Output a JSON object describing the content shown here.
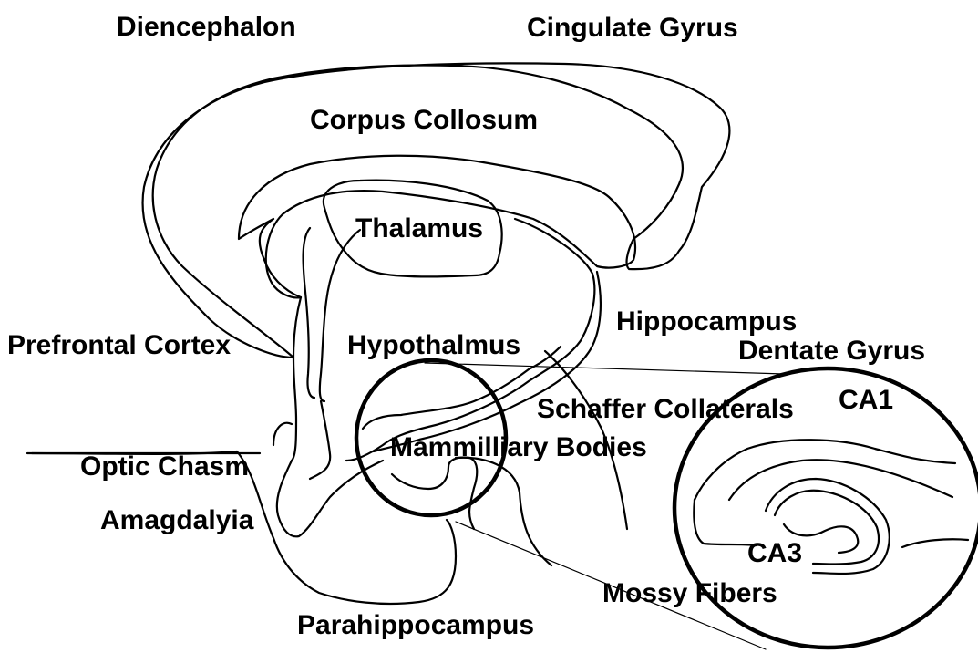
{
  "diagram": {
    "line_color": "#000000",
    "background": "#ffffff",
    "labels": {
      "diencephalon": "Diencephalon",
      "cingulate_gyrus": "Cingulate Gyrus",
      "corpus_collosum": "Corpus Collosum",
      "thalamus": "Thalamus",
      "hippocampus": "Hippocampus",
      "prefrontal_cortex": "Prefrontal Cortex",
      "hypothalmus": "Hypothalmus",
      "dentate_gyrus": "Dentate Gyrus",
      "ca1": "CA1",
      "schaffer_collaterals": "Schaffer Collaterals",
      "mammiliary_bodies": "Mammilliary Bodies",
      "optic_chasm": "Optic Chasm",
      "amagdalyia": "Amagdalyia",
      "ca3": "CA3",
      "mossy_fibers": "Mossy Fibers",
      "parahippocampus": "Parahippocampus"
    }
  }
}
